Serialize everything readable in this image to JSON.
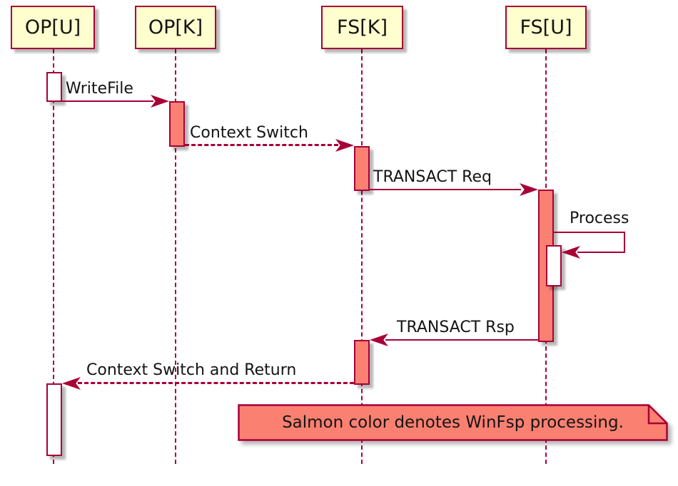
{
  "diagram": {
    "kind": "uml-sequence-diagram",
    "participants": [
      {
        "label": "OP[U]"
      },
      {
        "label": "OP[K]"
      },
      {
        "label": "FS[K]"
      },
      {
        "label": "FS[U]"
      }
    ],
    "messages": [
      {
        "label": "WriteFile",
        "from": "OP[U]",
        "to": "OP[K]",
        "line": "solid"
      },
      {
        "label": "Context Switch",
        "from": "OP[K]",
        "to": "FS[K]",
        "line": "dashed"
      },
      {
        "label": "TRANSACT Req",
        "from": "FS[K]",
        "to": "FS[U]",
        "line": "solid"
      },
      {
        "label": "Process",
        "from": "FS[U]",
        "to": "FS[U]",
        "line": "self"
      },
      {
        "label": "TRANSACT Rsp",
        "from": "FS[U]",
        "to": "FS[K]",
        "line": "solid"
      },
      {
        "label": "Context Switch and Return",
        "from": "FS[K]",
        "to": "OP[U]",
        "line": "dashed"
      }
    ],
    "note": {
      "text": "Salmon color denotes WinFsp processing."
    },
    "colors": {
      "crimson": "#A80036",
      "salmon": "#FA8072",
      "participant_fill": "#FEFECE",
      "activation_plain": "#FFFFFF"
    }
  }
}
